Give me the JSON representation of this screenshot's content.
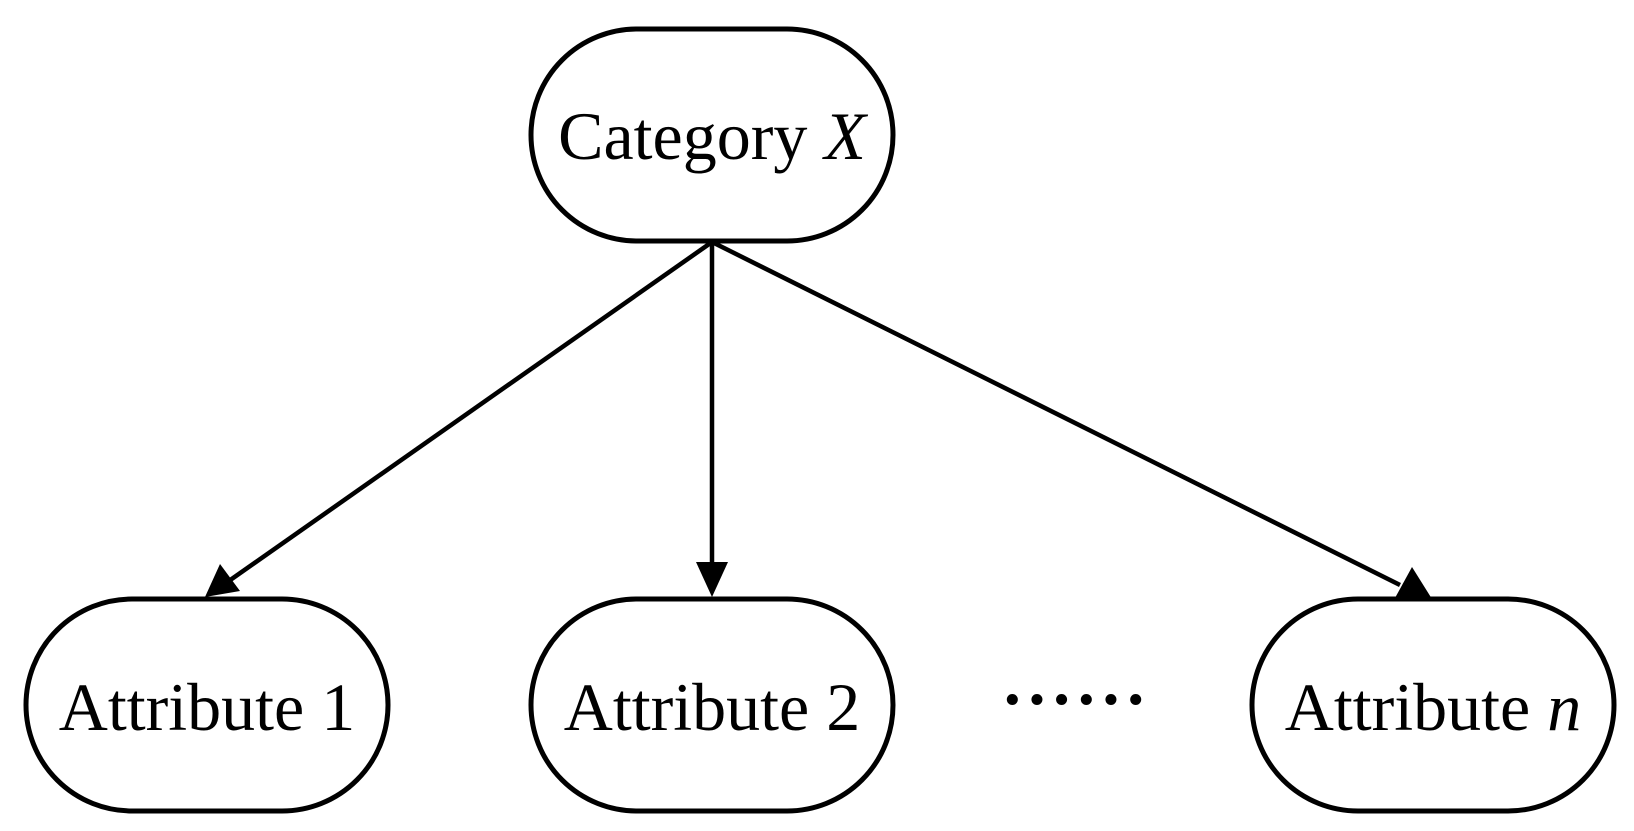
{
  "nodes": {
    "category": {
      "label": "Category ",
      "var": "X"
    },
    "attribute_1": {
      "label": "Attribute 1"
    },
    "attribute_2": {
      "label": "Attribute 2"
    },
    "attribute_n": {
      "label": "Attribute ",
      "var": "n"
    }
  },
  "ellipsis": "······",
  "edges": [
    {
      "from": "category",
      "to": "attribute_1"
    },
    {
      "from": "category",
      "to": "attribute_2"
    },
    {
      "from": "category",
      "to": "attribute_n"
    }
  ],
  "colors": {
    "stroke": "#000000",
    "background": "#ffffff"
  }
}
